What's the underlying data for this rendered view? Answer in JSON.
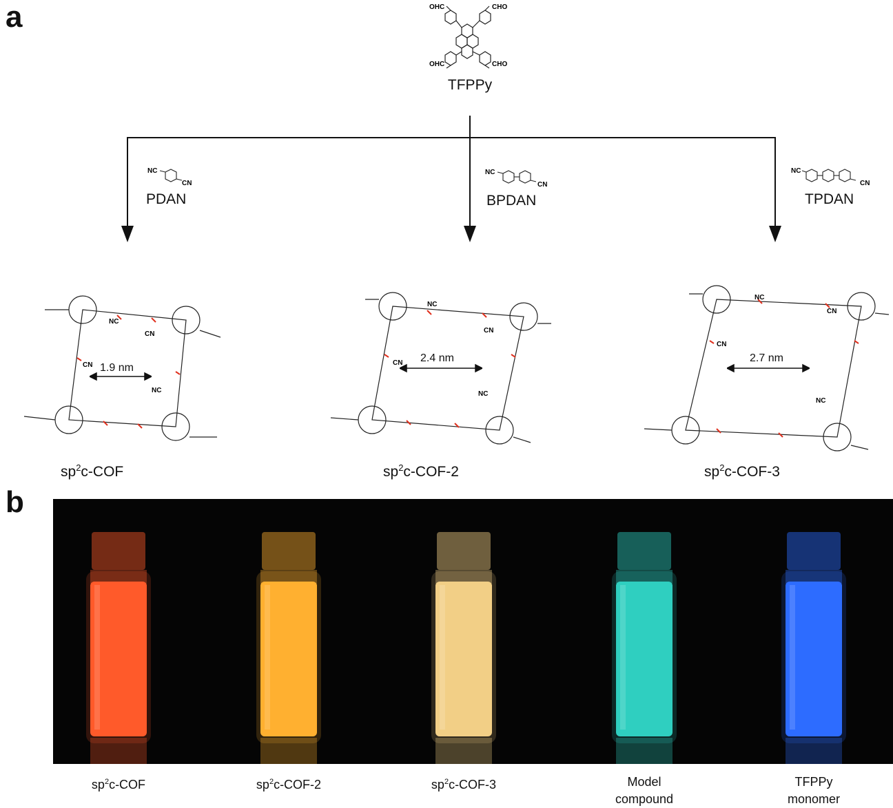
{
  "panel_a": {
    "letter": "a",
    "monomer": {
      "name": "TFPPy",
      "group_label_left": "OHC",
      "group_label_right": "CHO"
    },
    "linkers": [
      {
        "name": "PDAN",
        "nc": "NC",
        "cn": "CN"
      },
      {
        "name": "BPDAN",
        "nc": "NC",
        "cn": "CN"
      },
      {
        "name": "TPDAN",
        "nc": "NC",
        "cn": "CN"
      }
    ],
    "products": [
      {
        "prefix": "sp",
        "sup": "2",
        "suffix": "c-COF",
        "pore": "1.9 nm",
        "cn": "CN",
        "nc": "NC"
      },
      {
        "prefix": "sp",
        "sup": "2",
        "suffix": "c-COF-2",
        "pore": "2.4 nm",
        "cn": "CN",
        "nc": "NC"
      },
      {
        "prefix": "sp",
        "sup": "2",
        "suffix": "c-COF-3",
        "pore": "2.7 nm",
        "cn": "CN",
        "nc": "NC"
      }
    ]
  },
  "panel_b": {
    "letter": "b",
    "vials": [
      {
        "line1_prefix": "sp",
        "line1_sup": "2",
        "line1_suffix": "c-COF",
        "line2": "",
        "color": "#ff5a2a"
      },
      {
        "line1_prefix": "sp",
        "line1_sup": "2",
        "line1_suffix": "c-COF-2",
        "line2": "",
        "color": "#ffb030"
      },
      {
        "line1_prefix": "sp",
        "line1_sup": "2",
        "line1_suffix": "c-COF-3",
        "line2": "",
        "color": "#f2cf86"
      },
      {
        "line1_prefix": "Model",
        "line1_sup": "",
        "line1_suffix": "",
        "line2": "compound",
        "color": "#2fcfc0"
      },
      {
        "line1_prefix": "TFPPy",
        "line1_sup": "",
        "line1_suffix": "",
        "line2": "monomer",
        "color": "#2d6cff"
      }
    ]
  },
  "colors": {
    "vinylene": "#e0301e",
    "background": "#050505"
  }
}
